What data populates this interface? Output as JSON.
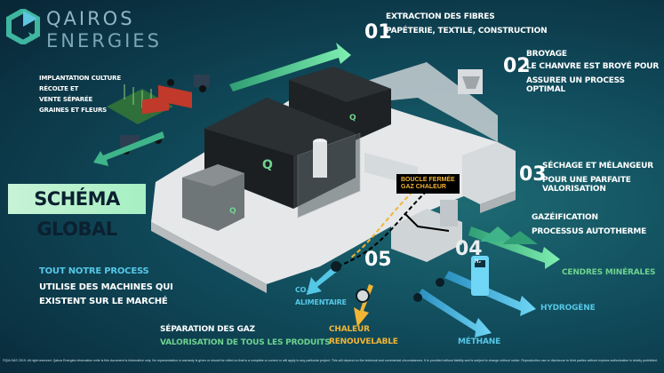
{
  "brand": {
    "line1": "QAIROS",
    "line2": "ENERGIES"
  },
  "left": {
    "implantation": "IMPLANTATION CULTURE",
    "recolte": "RÉCOLTE ET",
    "vente": "VENTE SÉPARÉE",
    "graines": "GRAINES ET FLEURS",
    "title": "SCHÉMA GLOBAL",
    "process_line1": "TOUT NOTRE PROCESS",
    "process_line2": "UTILISE DES MACHINES QUI",
    "process_line3": "EXISTENT SUR LE MARCHÉ"
  },
  "steps": {
    "s01": {
      "num": "01",
      "title": "EXTRACTION DES FIBRES",
      "sub": "PAPÉTERIE, TEXTILE, CONSTRUCTION"
    },
    "s02": {
      "num": "02",
      "title": "BROYAGE",
      "sub1": "LE CHANVRE EST BROYÉ POUR",
      "sub2": "ASSURER UN PROCESS OPTIMAL"
    },
    "s03": {
      "num": "03",
      "title": "SÉCHAGE ET MÉLANGEUR",
      "sub": "POUR UNE PARFAITE VALORISATION"
    },
    "s04": {
      "num": "04",
      "title": "GAZÉIFICATION",
      "sub": "PROCESSUS AUTOTHERME"
    },
    "s05": {
      "num": "05"
    }
  },
  "labels": {
    "boucle1": "BOUCLE FERMÉE",
    "boucle2": "GAZ CHALEUR",
    "cendres": "CENDRES MINÉRALES",
    "hydrogene": "HYDROGÈNE",
    "methane": "MÉTHANE",
    "chaleur1": "CHALEUR",
    "chaleur2": "RENOUVELABLE",
    "co2": "CO",
    "co2_sub": "2",
    "alimentaire": "ALIMENTAIRE",
    "separation1": "SÉPARATION DES GAZ",
    "separation2": "VALORISATION DE TOUS LES PRODUITS",
    "h2_tag": "H₂"
  },
  "footer": "©QIA SAS 2019. All right reserved. Qairos Energies information write  is this document is informative only. No representation or warranty is given or should be relied on that is a complete or correct or will apply to any particular project. This will depend on the technical and commercial circumstances. It is provided without liability and is subject to change without notice. Reproduction use or disclosure to third parties without express authorization is strictly prohibited.",
  "colors": {
    "background": "#0f4a5a",
    "accent_green": "#6ed38f",
    "accent_cyan": "#55c7e6",
    "accent_yellow": "#f2b535",
    "title_bg": "#b5f1cc"
  }
}
